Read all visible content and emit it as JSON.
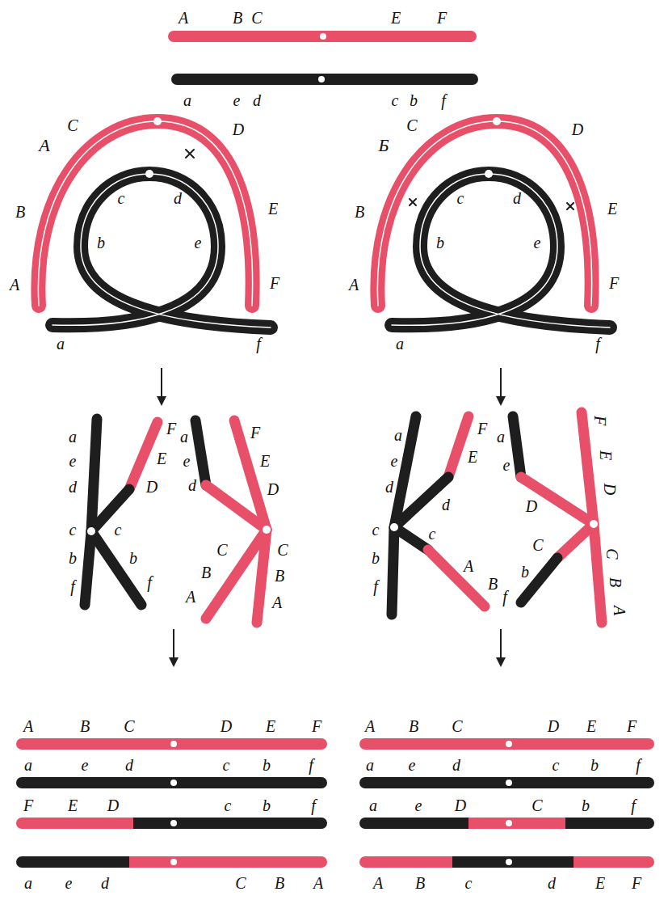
{
  "diagram": {
    "labels": [
      "A",
      "B",
      "C",
      "E",
      "F",
      "a",
      "e",
      "d",
      "c",
      "b",
      "f",
      "А",
      "Б",
      "C",
      "D",
      "B",
      "E",
      "A",
      "F",
      "c",
      "d",
      "b",
      "e",
      "a",
      "f",
      "C",
      "D",
      "B",
      "E",
      "A",
      "F",
      "c",
      "d",
      "b",
      "e",
      "a",
      "f",
      "a",
      "e",
      "d",
      "c",
      "b",
      "f",
      "F",
      "E",
      "D",
      "c",
      "b",
      "f",
      "a",
      "e",
      "d",
      "C",
      "B",
      "A",
      "F",
      "E",
      "D",
      "C",
      "B",
      "A",
      "a",
      "e",
      "d",
      "c",
      "b",
      "f",
      "F",
      "E",
      "d",
      "c",
      "A",
      "B",
      "a",
      "e",
      "D",
      "C",
      "b",
      "f",
      "F",
      "E",
      "D",
      "C",
      "B",
      "A",
      "A",
      "B",
      "C",
      "D",
      "E",
      "F",
      "a",
      "e",
      "d",
      "c",
      "b",
      "f",
      "F",
      "E",
      "D",
      "c",
      "b",
      "f",
      "a",
      "e",
      "d",
      "C",
      "B",
      "A",
      "A",
      "B",
      "C",
      "D",
      "E",
      "F",
      "a",
      "e",
      "d",
      "c",
      "b",
      "f",
      "a",
      "e",
      "D",
      "C",
      "b",
      "f",
      "A",
      "B",
      "c",
      "d",
      "E",
      "F"
    ]
  }
}
